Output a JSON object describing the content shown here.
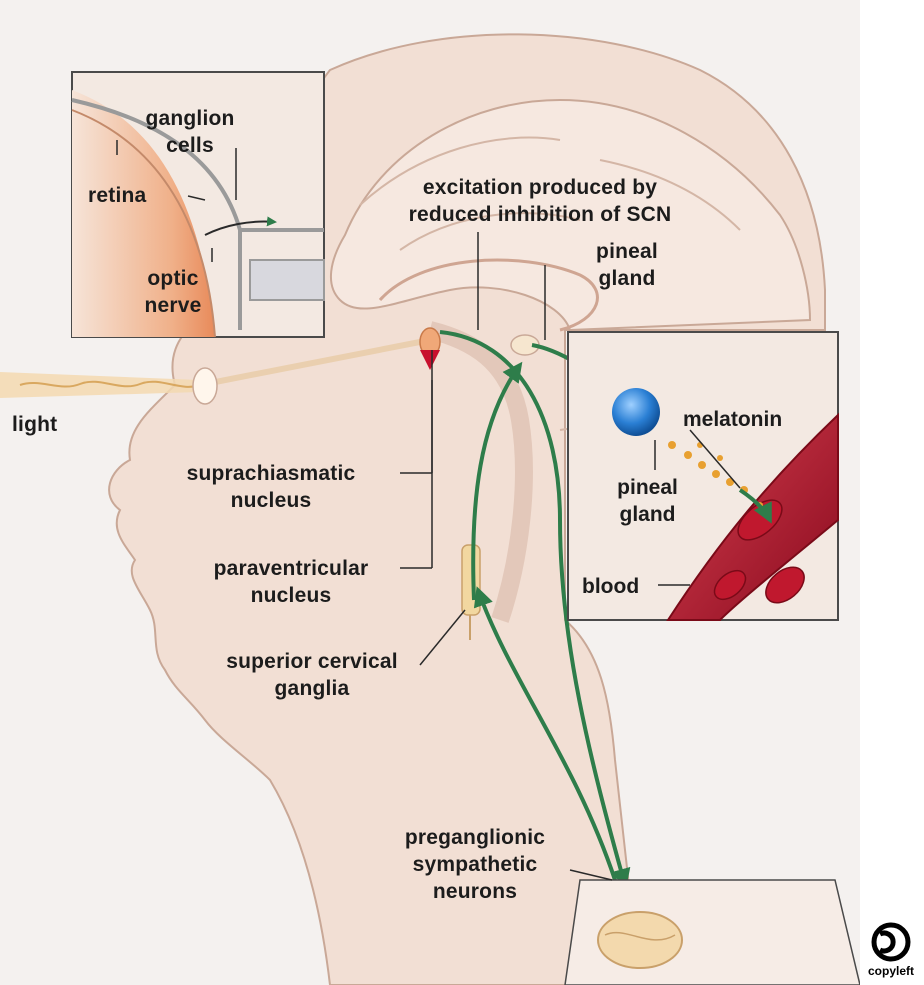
{
  "labels": {
    "ganglion_cells": [
      "ganglion",
      "cells"
    ],
    "retina": "retina",
    "optic_nerve": [
      "optic",
      "nerve"
    ],
    "excitation": [
      "excitation produced by",
      "reduced inhibition of SCN"
    ],
    "pineal_gland_top": [
      "pineal",
      "gland"
    ],
    "light": "light",
    "melatonin": "melatonin",
    "pineal_gland_inset": [
      "pineal",
      "gland"
    ],
    "suprachiasmatic_nucleus": [
      "suprachiasmatic",
      "nucleus"
    ],
    "blood": "blood",
    "paraventricular_nucleus": [
      "paraventricular",
      "nucleus"
    ],
    "superior_cervical_ganglia": [
      "superior cervical",
      "ganglia"
    ],
    "preganglionic_sympathetic_neurons": [
      "preganglionic",
      "sympathetic",
      "neurons"
    ]
  },
  "badge": {
    "text": "copyleft"
  },
  "colors": {
    "pathway_green": "#2e7d4a",
    "skin": "#f1d9cc",
    "outline": "#b99a8a",
    "blood_red": "#b0102a",
    "pineal_blue": "#2a7fd4",
    "melatonin_orange": "#e8a030"
  }
}
